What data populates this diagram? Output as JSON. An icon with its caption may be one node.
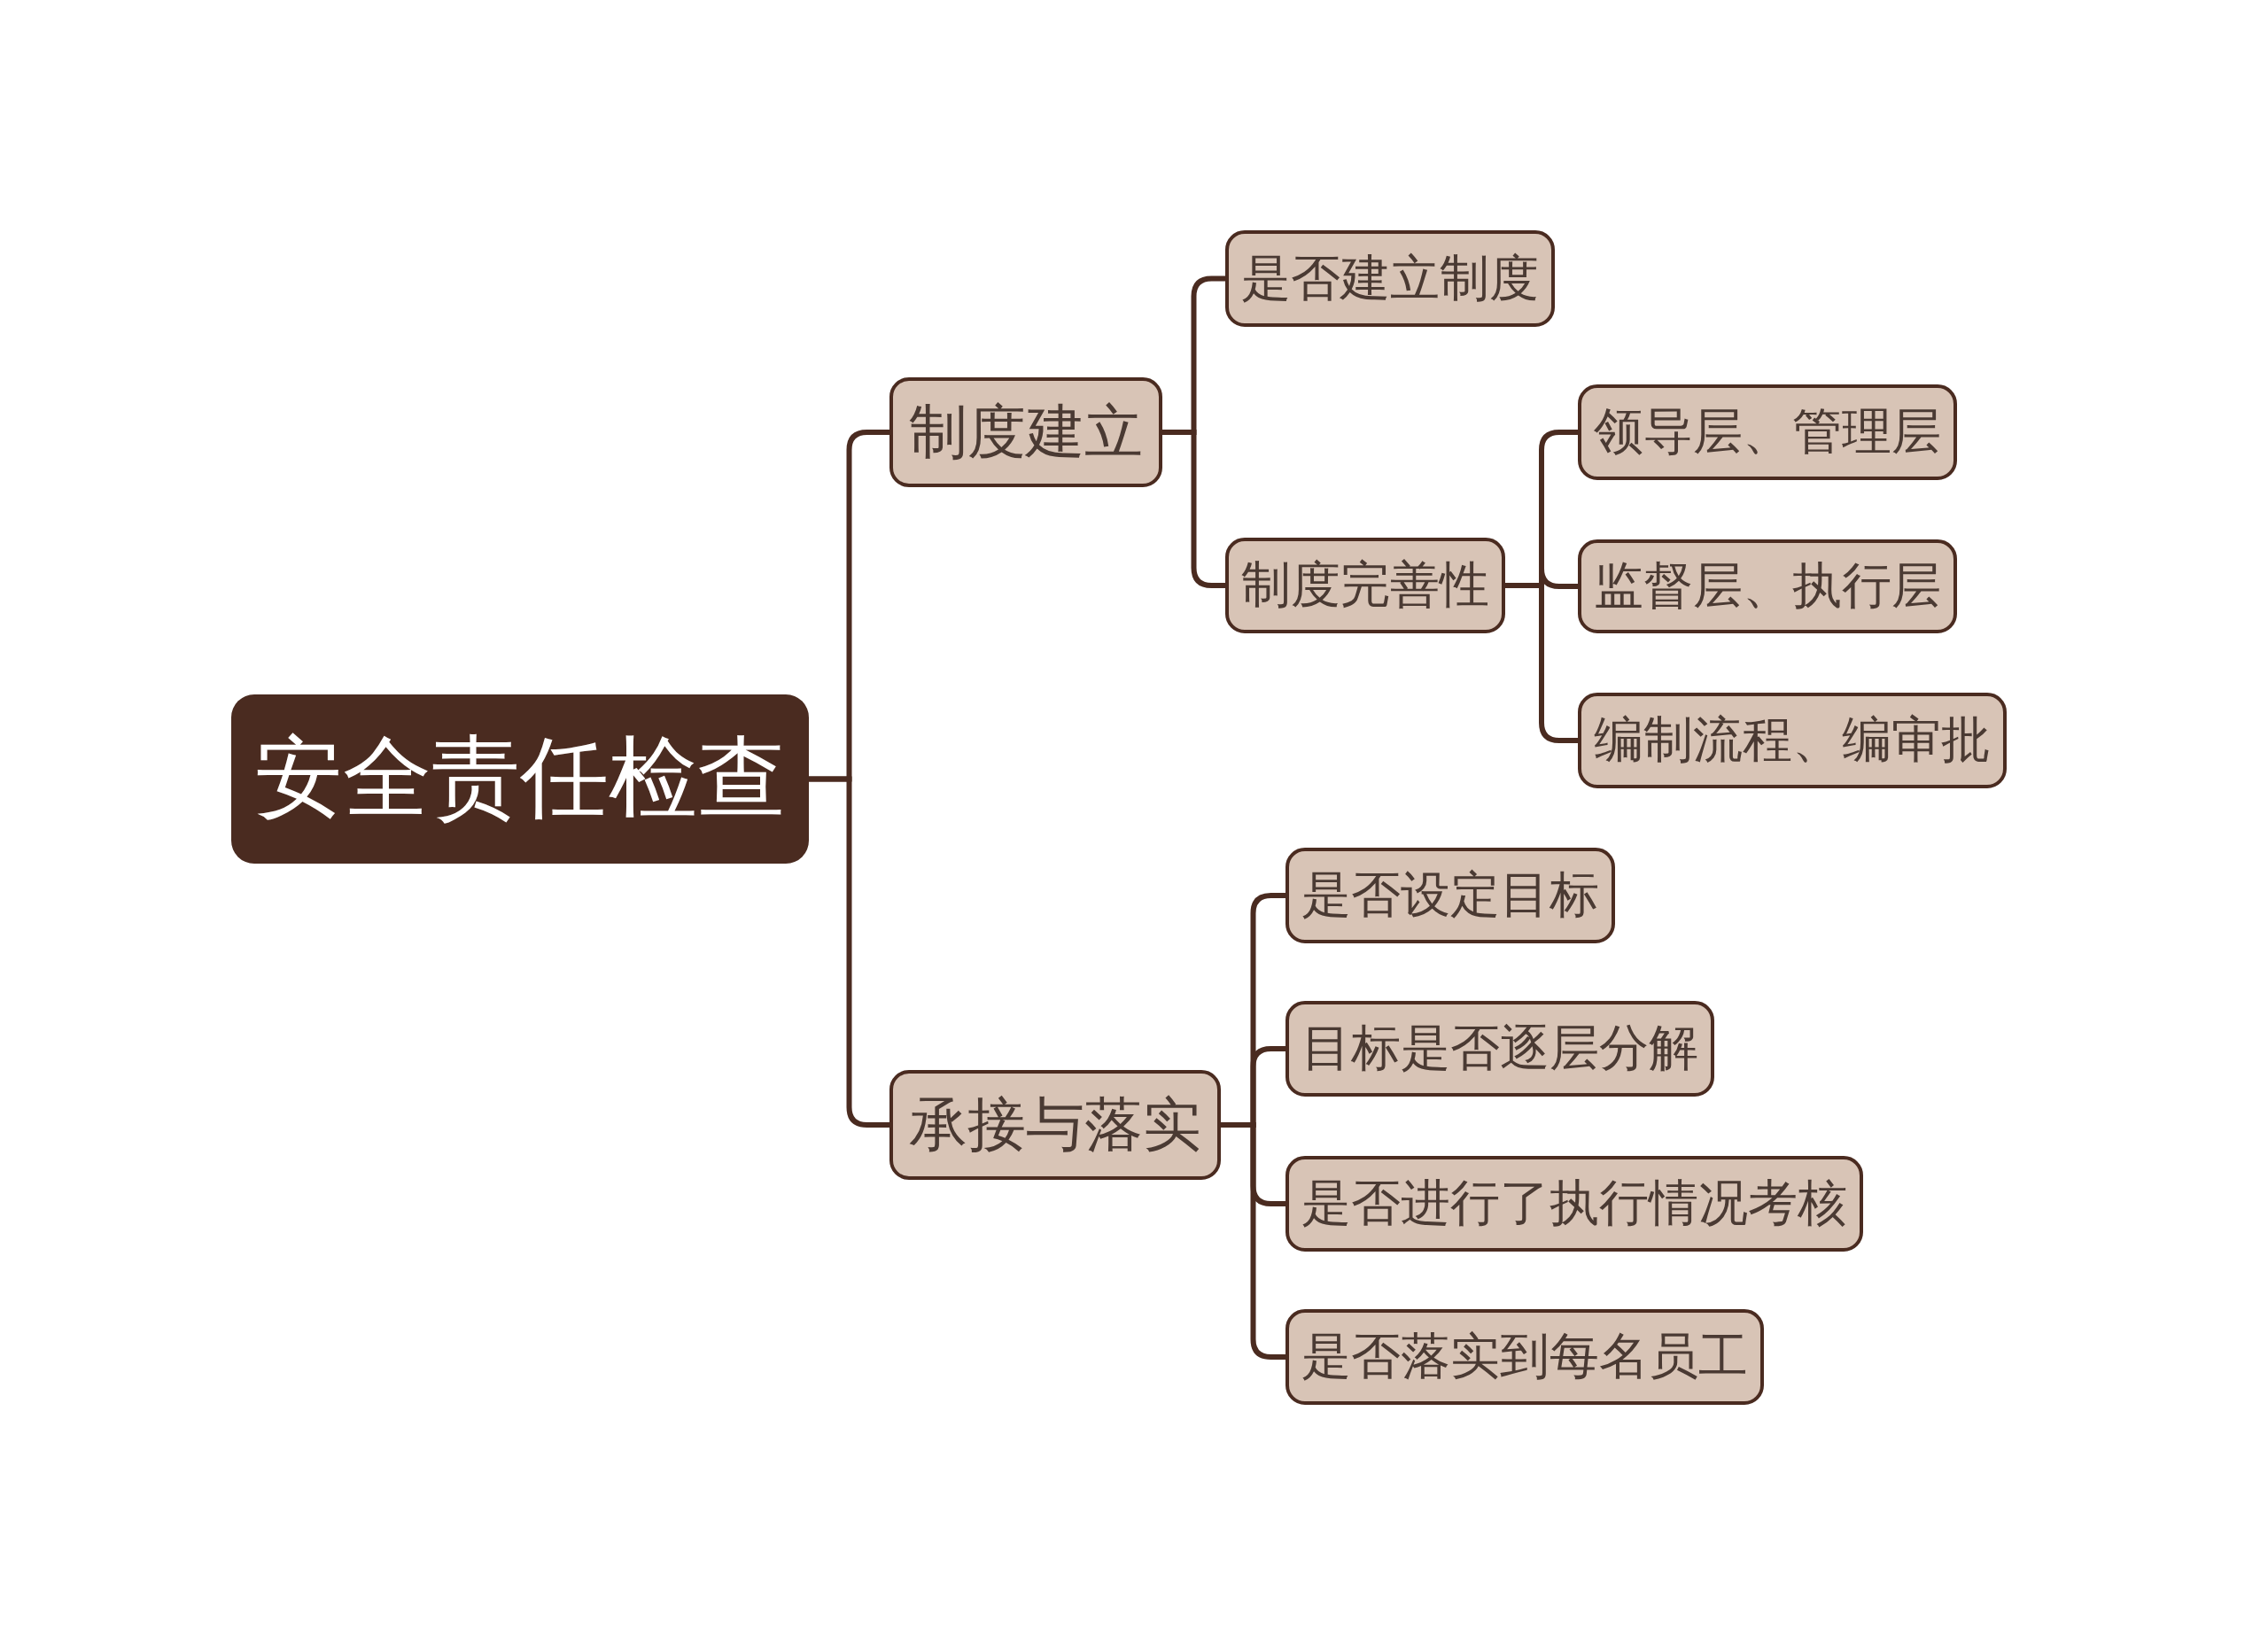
{
  "diagram": {
    "nodes": [
      {
        "text": [
          "安全责任检查"
        ]
      },
      {
        "text": [
          "制度建立"
        ]
      },
      {
        "text": [
          "是否建立制度"
        ]
      },
      {
        "text": [
          "制度完善性"
        ]
      },
      {
        "text": [
          "领导层、管理层"
        ]
      },
      {
        "text": [
          "监督层、执行层"
        ]
      },
      {
        "text": [
          "编制流程、编审批"
        ]
      },
      {
        "text": [
          "承接与落实"
        ]
      },
      {
        "text": [
          "是否设定目标"
        ]
      },
      {
        "text": [
          "目标是否逐层分解"
        ]
      },
      {
        "text": [
          "是否进行了执行情况考核"
        ]
      },
      {
        "text": [
          "是否落实到每名员工"
        ]
      }
    ],
    "edges": [
      {
        "from": 0,
        "to": 1,
        "arrow": "none"
      },
      {
        "from": 1,
        "to": 2,
        "arrow": "none"
      },
      {
        "from": 1,
        "to": 3,
        "arrow": "none"
      },
      {
        "from": 3,
        "to": 4,
        "arrow": "none"
      },
      {
        "from": 3,
        "to": 5,
        "arrow": "none"
      },
      {
        "from": 3,
        "to": 6,
        "arrow": "none"
      },
      {
        "from": 0,
        "to": 7,
        "arrow": "none"
      },
      {
        "from": 7,
        "to": 8,
        "arrow": "none"
      },
      {
        "from": 7,
        "to": 9,
        "arrow": "none"
      },
      {
        "from": 7,
        "to": 10,
        "arrow": "none"
      },
      {
        "from": 7,
        "to": 11,
        "arrow": "none"
      }
    ]
  }
}
